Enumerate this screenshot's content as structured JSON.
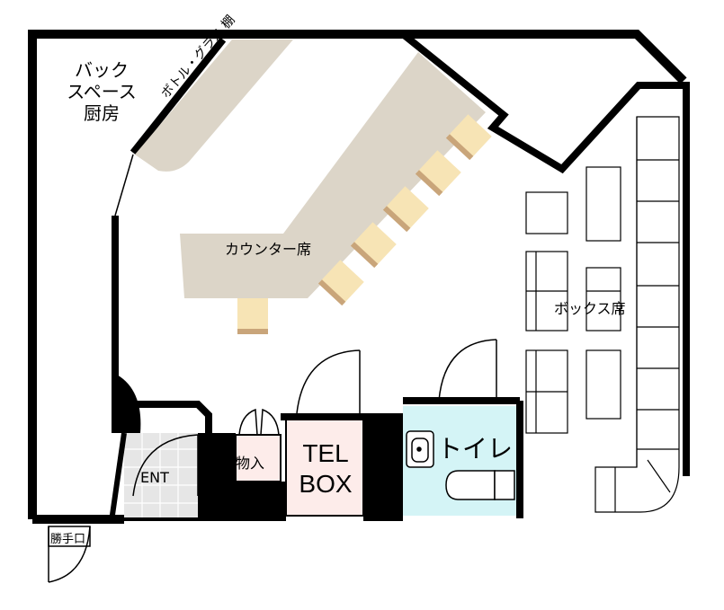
{
  "floorplan": {
    "labels": {
      "back_space": [
        "バック",
        "スペース",
        "厨房"
      ],
      "bottle_shelf": "ボトル・グラス 棚",
      "counter": "カウンター席",
      "box_seats": "ボックス席",
      "storage": "物入",
      "tel_box": [
        "TEL",
        "BOX"
      ],
      "toilet": "トイレ",
      "entrance": "ENT",
      "back_door": "勝手口"
    },
    "colors": {
      "wall": "#000000",
      "counter": "#dcd5c8",
      "stool": "#f7e4b5",
      "stool_edge": "#c9a57a",
      "tel_box": "#fdecea",
      "toilet_room": "#d4f4f6",
      "entrance_floor": "#e6e6e6"
    }
  }
}
